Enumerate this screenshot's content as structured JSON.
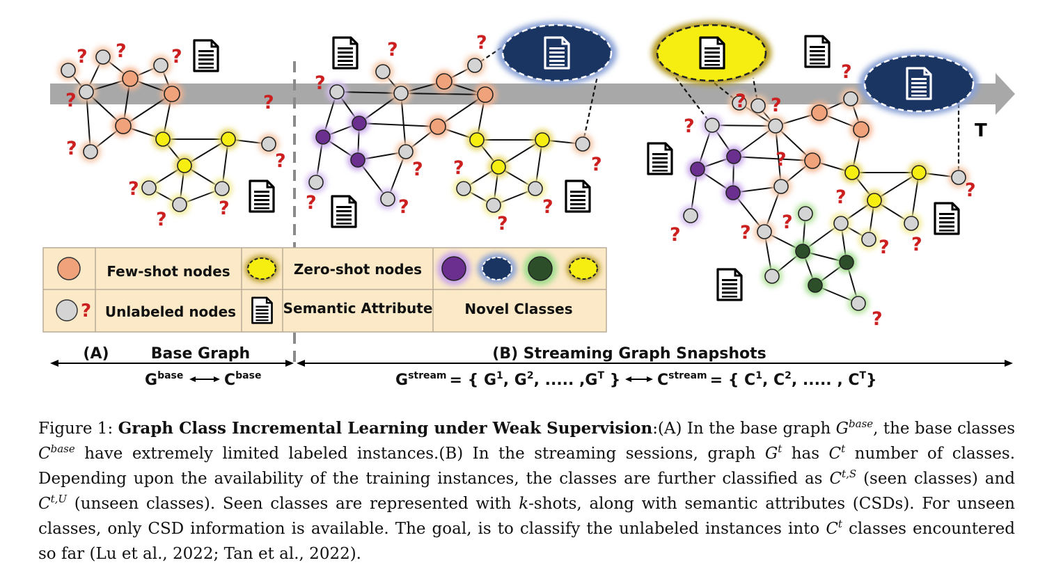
{
  "legend": {
    "few_shot_nodes": "Few-shot nodes",
    "zero_shot_nodes": "Zero-shot nodes",
    "unlabeled_nodes": "Unlabeled nodes",
    "semantic_attribute": "Semantic Attribute",
    "novel_classes": "Novel Classes"
  },
  "time_label": "T",
  "question_mark": "?",
  "sections": {
    "a_letter": "(A)",
    "a_title": "Base Graph",
    "a_g": "G",
    "a_g_sup": "base",
    "a_c": "C",
    "a_c_sup": "base",
    "b_title": "(B) Streaming Graph Snapshots",
    "b_g": "G",
    "b_g_sup": "stream",
    "b_eq1": "= { G",
    "b_one_a": "1",
    "b_comma_g": ", G",
    "b_two_a": "2",
    "b_dots_g": ", ..... ,G",
    "b_t_a": "T",
    "b_close_a": " }",
    "b_c": "C",
    "b_c_sup": "stream",
    "b_eq2": "= { C",
    "b_one_b": "1",
    "b_comma_c": ", C",
    "b_two_b": "2",
    "b_dots_c": ", ..... , C",
    "b_t_b": "T",
    "b_close_b": "}"
  },
  "colors": {
    "few_shot": "#f0a37a",
    "zero_shot": "#f5ee10",
    "unlabeled": "#d4d4d4",
    "purple": "#6b2f8f",
    "navy": "#1b3563",
    "green": "#2c4f2a",
    "red_q": "#cc1f1f",
    "legend_bg": "#fce9c8",
    "timeline": "#a8a8a8"
  },
  "caption": {
    "fig_label": "Figure 1:",
    "title_bold": "Graph Class Incremental Learning under Weak Supervision",
    "t1": ":(A) In the base graph ",
    "v_G": "G",
    "sup_base": "base",
    "t2": ", the base classes ",
    "v_C": "C",
    "sup_base2": "base",
    "t3": " have extremely limited labeled instances.(B) In the streaming sessions, graph ",
    "v_G2": "G",
    "sup_t": "t",
    "t4": " has ",
    "v_C2": "C",
    "sup_t2": "t",
    "t5": " number of classes. Depending upon the availability of the training instances, the classes are further classified as ",
    "v_C3": "C",
    "sup_ts": "t,S",
    "t6": " (seen classes) and ",
    "v_C4": "C",
    "sup_tu": "t,U",
    "t7": " (unseen classes). Seen classes are represented with ",
    "v_k": "k",
    "t8": "-shots, along with semantic attributes (CSDs). For unseen classes, only CSD information is available. The goal, is to classify the unlabeled instances into ",
    "v_C5": "C",
    "sup_t3": "t",
    "t9": " classes encountered so far (Lu et al., 2022; Tan et al., 2022)."
  }
}
